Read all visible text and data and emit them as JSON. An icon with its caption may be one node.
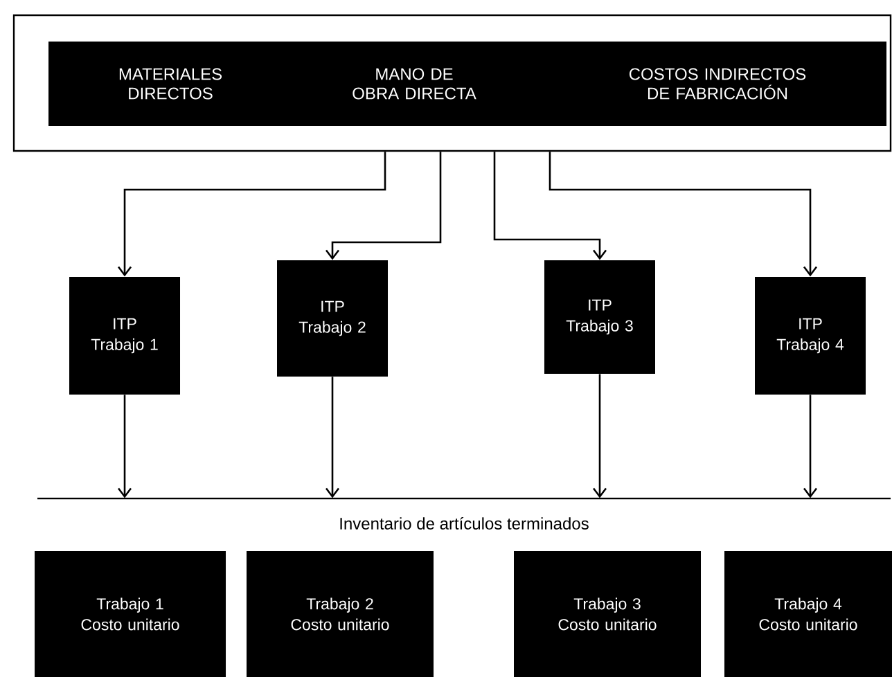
{
  "diagram": {
    "nodes": [
      {
        "text": [],
        "shape": "box"
      },
      {
        "text": [
          "MATERIALES DIRECTOS",
          "MANO DE OBRA DIRECTA",
          "COSTOS INDIRECTOS DE FABRICACIÓN"
        ],
        "in": 0
      },
      {
        "text": [
          "ITP Trabajo 1"
        ]
      },
      {
        "text": [
          "ITP Trabajo 2"
        ]
      },
      {
        "text": [
          "ITP Trabajo 3"
        ]
      },
      {
        "text": [
          "ITP Trabajo 4"
        ]
      },
      {
        "text": [
          "Inventario de artículos terminados"
        ]
      },
      {
        "text": [
          "Trabajo 1 Costo unitario"
        ]
      },
      {
        "text": [
          "Trabajo 2 Costo unitario"
        ]
      },
      {
        "text": [
          "Trabajo 3 Costo unitario"
        ]
      },
      {
        "text": [
          "Trabajo 4 Costo unitario"
        ]
      }
    ],
    "edges": [
      {
        "from": 0,
        "to": 2,
        "arrow": "to"
      },
      {
        "from": 0,
        "to": 3,
        "arrow": "to"
      },
      {
        "from": 0,
        "to": 4,
        "arrow": "to"
      },
      {
        "from": 0,
        "to": 5,
        "arrow": "to"
      },
      {
        "from": 2,
        "to": 6,
        "arrow": "to"
      },
      {
        "from": 3,
        "to": 6,
        "arrow": "to"
      },
      {
        "from": 4,
        "to": 6,
        "arrow": "to"
      },
      {
        "from": 5,
        "to": 6,
        "arrow": "to"
      }
    ]
  }
}
